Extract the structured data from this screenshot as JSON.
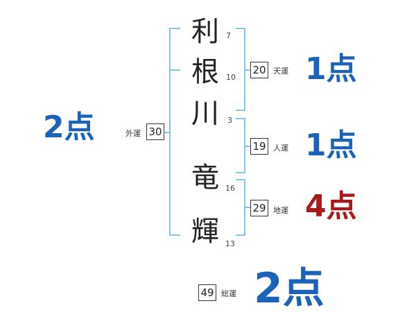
{
  "colors": {
    "bracket": "#87c3e2",
    "good": "#1a63b8",
    "bad": "#a8191c"
  },
  "name": {
    "chars": [
      {
        "char": "利",
        "strokes": "7"
      },
      {
        "char": "根",
        "strokes": "10"
      },
      {
        "char": "川",
        "strokes": "3"
      },
      {
        "char": "竜",
        "strokes": "16"
      },
      {
        "char": "輝",
        "strokes": "13"
      }
    ]
  },
  "gaiun": {
    "label": "外運",
    "value": "30",
    "score": "2点"
  },
  "tenun": {
    "label": "天運",
    "value": "20",
    "score": "1点"
  },
  "jinun": {
    "label": "人運",
    "value": "19",
    "score": "1点"
  },
  "chiun": {
    "label": "地運",
    "value": "29",
    "score": "4点"
  },
  "souun": {
    "label": "総運",
    "value": "49",
    "score": "2点"
  }
}
